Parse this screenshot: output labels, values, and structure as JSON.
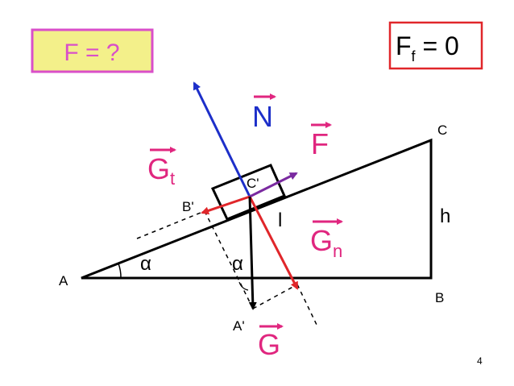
{
  "boxes": {
    "question": {
      "text": "F = ?",
      "fill": "#f3f08a",
      "border": "#d94fc9",
      "text_color": "#d94fc9"
    },
    "friction": {
      "main": "F",
      "sub": "f",
      "rest": " = 0",
      "border": "#e0262a",
      "text_color": "#000000"
    }
  },
  "points": {
    "A": "A",
    "B": "B",
    "C": "C",
    "A_prime": "A'",
    "B_prime": "B'",
    "C_prime": "C'"
  },
  "labels": {
    "h": "h",
    "l": "l",
    "alpha_A": "α",
    "alpha_G": "α"
  },
  "vectors": {
    "N": {
      "text": "N",
      "color": "#1d2fc9"
    },
    "F": {
      "text": "F",
      "color": "#e0267f"
    },
    "Gt": {
      "main": "G",
      "sub": "t",
      "color": "#e0267f"
    },
    "Gn": {
      "main": "G",
      "sub": "n",
      "color": "#e0267f"
    },
    "G": {
      "text": "G",
      "color": "#e0267f"
    }
  },
  "colors": {
    "normal_arrow": "#1d2fc9",
    "tangent_arrow": "#e0262a",
    "normal_g_arrow": "#e0262a",
    "applied_arrow": "#7a2aa0",
    "gravity_arrow": "#000000",
    "vector_bar": "#e0267f"
  },
  "page_number": "4"
}
